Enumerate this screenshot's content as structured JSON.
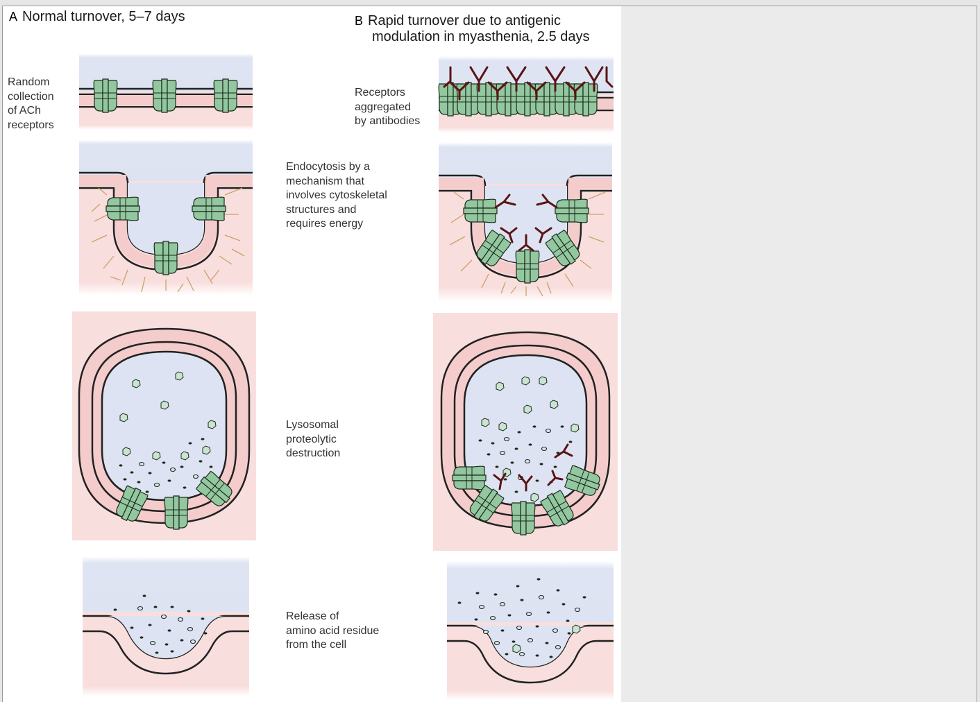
{
  "panel_a": {
    "letter": "A",
    "title": "Normal turnover, 5–7 days",
    "step1_label": "Random\ncollection\nof ACh\nreceptors"
  },
  "panel_b": {
    "letter": "B",
    "title_line1": "Rapid turnover due to antigenic",
    "title_line2": "modulation in myasthenia, 2.5 days",
    "step1_label": "Receptors\naggregated\nby antibodies"
  },
  "steps": {
    "endocytosis": "Endocytosis by a\nmechanism that\ninvolves cytoskeletal\nstructures and\nrequires energy",
    "lysosomal": "Lysosomal\nproteolytic\ndestruction",
    "release": "Release of\namino acid residue\nfrom the cell"
  },
  "colors": {
    "extracellular": "#dde3f2",
    "cytoplasm": "#f9dede",
    "receptor": "#93c7a0",
    "antibody": "#5a1414",
    "cytoskeleton": "#c79a5a"
  }
}
